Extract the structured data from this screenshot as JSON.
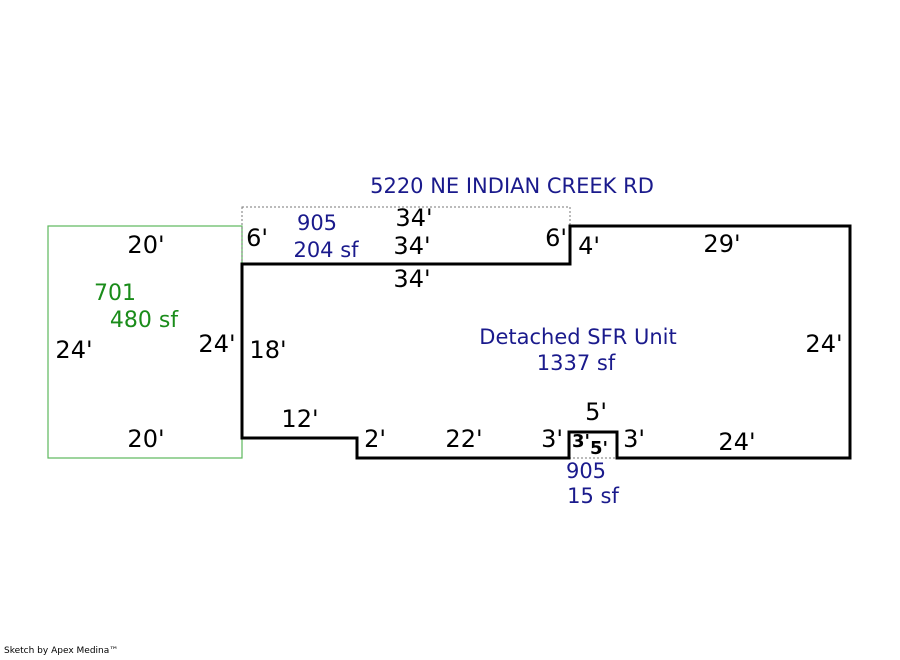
{
  "title": "5220 NE INDIAN CREEK RD",
  "credit": "Sketch by Apex Medina™",
  "colors": {
    "wall": "#000000",
    "area_label": "#1a1a8c",
    "garage": "#1a8c1a",
    "garage_line": "#5cb85c"
  },
  "areas": {
    "main": {
      "name": "Detached SFR Unit",
      "area": "1337 sf"
    },
    "garage": {
      "code": "701",
      "area": "480 sf"
    },
    "porch_top": {
      "code": "905",
      "area": "204 sf"
    },
    "porch_bottom": {
      "code": "905",
      "area": "15 sf"
    }
  },
  "dimensions": {
    "garage_top": "20'",
    "garage_bottom": "20'",
    "garage_left": "24'",
    "garage_right": "24'",
    "porch_left": "6'",
    "porch_top": "34'",
    "porch_mid": "34'",
    "porch_below": "34'",
    "porch_right": "6'",
    "step_4": "4'",
    "top_29": "29'",
    "right_24": "24'",
    "left_18": "18'",
    "bottom_12": "12'",
    "bottom_2": "2'",
    "bottom_22": "22'",
    "bump_left_3": "3'",
    "bump_top_5": "5'",
    "bump_right_3": "3'",
    "bottom_24": "24'",
    "inner_3": "3'",
    "inner_5": "5'"
  }
}
